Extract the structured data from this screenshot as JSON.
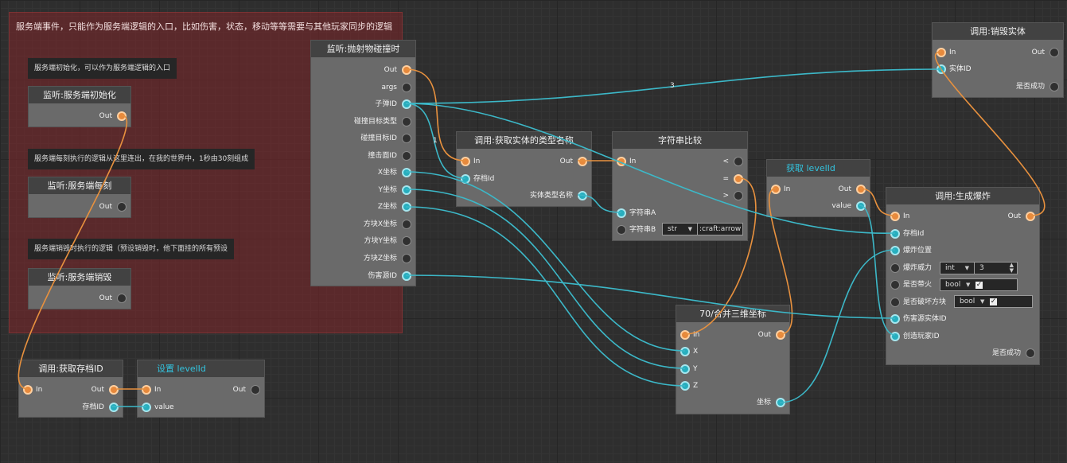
{
  "group": {
    "title": "服务端事件，只能作为服务端逻辑的入口，比如伤害，状态，移动等等需要与其他玩家同步的逻辑"
  },
  "comments": {
    "init": "服务端初始化，可以作为服务端逻辑的入口",
    "tick": "服务端每刻执行的逻辑从这里连出，在我的世界中，1秒由30刻组成",
    "destroy": "服务端销毁时执行的逻辑（预设销毁时，他下面挂的所有预设"
  },
  "nodes": {
    "server_init": {
      "title": "监听:服务端初始化",
      "out": "Out"
    },
    "server_tick": {
      "title": "监听:服务端每刻",
      "out": "Out"
    },
    "server_destroy": {
      "title": "监听:服务端销毁",
      "out": "Out"
    },
    "projectile_hit": {
      "title": "监听:抛射物碰撞时",
      "pins": [
        "Out",
        "args",
        "子弹ID",
        "碰撞目标类型",
        "碰撞目标ID",
        "撞击面ID",
        "X坐标",
        "Y坐标",
        "Z坐标",
        "方块X坐标",
        "方块Y坐标",
        "方块Z坐标",
        "伤害源ID"
      ]
    },
    "get_type_name": {
      "title": "调用:获取实体的类型名称",
      "in": "In",
      "out": "Out",
      "entity_id": "存档Id",
      "type_name": "实体类型名称"
    },
    "string_compare": {
      "title": "字符串比较",
      "in": "In",
      "lt": "<",
      "eq": "=",
      "gt": ">",
      "str_a": "字符串A",
      "str_b": "字符串B",
      "str_b_type": "str",
      "str_b_value": ":craft:arrow"
    },
    "get_level_id": {
      "title": "获取 levelId",
      "in": "In",
      "out": "Out",
      "value": "value"
    },
    "destroy_entity": {
      "title": "调用:销毁实体",
      "in": "In",
      "out": "Out",
      "entity_id": "实体ID",
      "success": "是否成功"
    },
    "create_explosion": {
      "title": "调用:生成爆炸",
      "in": "In",
      "out": "Out",
      "save_id": "存档Id",
      "position": "爆炸位置",
      "power": "爆炸威力",
      "power_type": "int",
      "power_value": "3",
      "fire": "是否带火",
      "fire_type": "bool",
      "break_blocks": "是否破坏方块",
      "break_type": "bool",
      "source_id": "伤害源实体ID",
      "player_id": "创造玩家ID",
      "success": "是否成功"
    },
    "combine_xyz": {
      "title": "70/合并三维坐标",
      "in": "In",
      "out": "Out",
      "x": "X",
      "y": "Y",
      "z": "Z",
      "coord": "坐标"
    },
    "get_save_id": {
      "title": "调用:获取存档ID",
      "in": "In",
      "out": "Out",
      "save_id": "存档ID"
    },
    "set_level_id": {
      "title": "设置 levelId",
      "in": "In",
      "out": "Out",
      "value": "value"
    }
  },
  "wire_labels": {
    "a": "3",
    "b": "1"
  },
  "colors": {
    "exec_wire": "#e8913e",
    "data_wire": "#3cb8c8",
    "group_bg": "#80262a",
    "accent_title": "#33c3de"
  }
}
